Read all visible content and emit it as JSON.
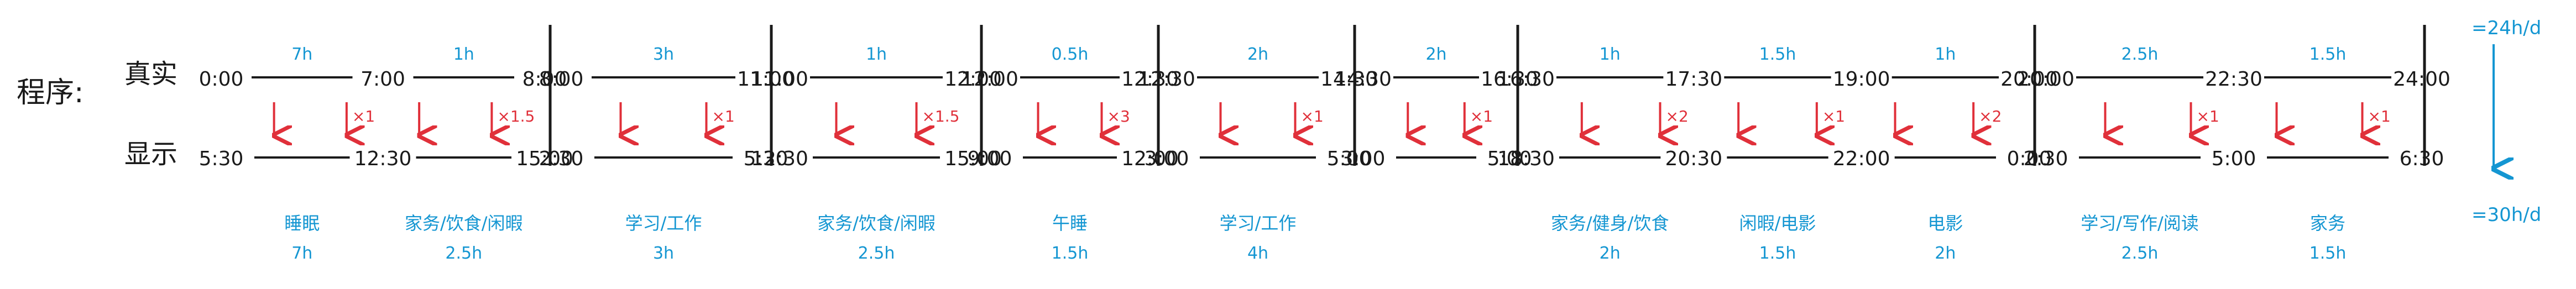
{
  "labels": {
    "scheme": "程序:",
    "real": "真实",
    "display": "显示"
  },
  "segments": [
    {
      "real": [
        {
          "t": "0:00",
          "dur": "7h",
          "to": "7:00"
        },
        {
          "t": "7:00",
          "dur": "1h",
          "to": "8:00"
        }
      ],
      "display": [
        "5:30",
        "12:30",
        "15:00"
      ],
      "arrows": [
        "",
        "×1",
        "",
        "×1.5"
      ],
      "categories": [
        {
          "name": "睡眠",
          "hours": "7h"
        },
        {
          "name": "家务/饮食/闲暇",
          "hours": "2.5h"
        }
      ]
    },
    {
      "real": [
        {
          "t": "8:00",
          "dur": "3h",
          "to": "11:00"
        }
      ],
      "display": [
        "2:30",
        "5:30"
      ],
      "arrows": [
        "",
        "×1"
      ],
      "categories": [
        {
          "name": "学习/工作",
          "hours": "3h"
        }
      ]
    },
    {
      "real": [
        {
          "t": "11:00",
          "dur": "1h",
          "to": "12:00"
        }
      ],
      "display": [
        "12:30",
        "15:00"
      ],
      "arrows": [
        "",
        "×1.5"
      ],
      "categories": [
        {
          "name": "家务/饮食/闲暇",
          "hours": "2.5h"
        }
      ]
    },
    {
      "real": [
        {
          "t": "12:00",
          "dur": "0.5h",
          "to": "12:30"
        }
      ],
      "display": [
        "9:00",
        "12:00"
      ],
      "arrows": [
        "",
        "×3"
      ],
      "categories": [
        {
          "name": "午睡",
          "hours": "1.5h"
        }
      ]
    },
    {
      "real": [
        {
          "t": "12:30",
          "dur": "2h",
          "to": "14:30"
        }
      ],
      "display": [
        "3:00",
        "5:00"
      ],
      "arrows": [
        "",
        "×1"
      ],
      "categories": [
        {
          "name": "学习/工作",
          "hours": "4h"
        }
      ]
    },
    {
      "real": [
        {
          "t": "14:30",
          "dur": "2h",
          "to": "16:30"
        }
      ],
      "display": [
        "3:00",
        "5:00"
      ],
      "arrows": [
        "",
        "×1"
      ],
      "categories": []
    },
    {
      "real": [
        {
          "t": "16:30",
          "dur": "1h",
          "to": "17:30"
        },
        {
          "t": "17:30",
          "dur": "1.5h",
          "to": "19:00"
        },
        {
          "t": "19:00",
          "dur": "1h",
          "to": "20:00"
        }
      ],
      "display": [
        "18:30",
        "20:30",
        "22:00",
        "0:00"
      ],
      "arrows": [
        "",
        "×2",
        "",
        "×1",
        "",
        "×2"
      ],
      "categories": [
        {
          "name": "家务/健身/饮食",
          "hours": "2h"
        },
        {
          "name": "闲暇/电影",
          "hours": "1.5h"
        },
        {
          "name": "电影",
          "hours": "2h"
        }
      ]
    },
    {
      "real": [
        {
          "t": "20:00",
          "dur": "2.5h",
          "to": "22:30"
        },
        {
          "t": "22:30",
          "dur": "1.5h",
          "to": "24:00"
        }
      ],
      "display": [
        "2:30",
        "5:00",
        "6:30"
      ],
      "arrows": [
        "",
        "×1",
        "",
        "×1"
      ],
      "categories": [
        {
          "name": "学习/写作/阅读",
          "hours": "2.5h"
        },
        {
          "name": "家务",
          "hours": "1.5h"
        }
      ]
    }
  ],
  "totals": {
    "real": "=24h/d",
    "display": "=30h/d"
  },
  "colors": {
    "ink": "#1a1a1a",
    "blue": "#1496d2",
    "red": "#e0303a"
  }
}
